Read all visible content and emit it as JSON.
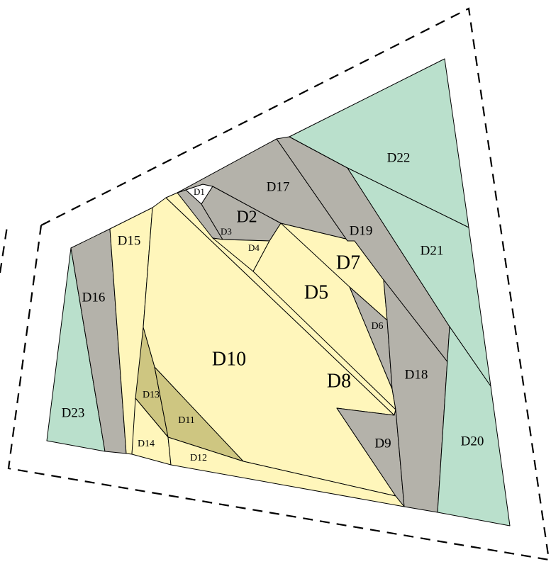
{
  "colors": {
    "yellow": "#fff6bb",
    "gray": "#b4b2aa",
    "green": "#bae0cc",
    "olive": "#cec681",
    "white": "#ffffff"
  },
  "pieces": {
    "d1": {
      "label": "D1",
      "color": "white"
    },
    "d2": {
      "label": "D2",
      "color": "gray"
    },
    "d3": {
      "label": "D3",
      "color": "gray"
    },
    "d4": {
      "label": "D4",
      "color": "yellow"
    },
    "d5": {
      "label": "D5",
      "color": "yellow"
    },
    "d6": {
      "label": "D6",
      "color": "gray"
    },
    "d7": {
      "label": "D7",
      "color": "yellow"
    },
    "d8": {
      "label": "D8",
      "color": "yellow"
    },
    "d9": {
      "label": "D9",
      "color": "gray"
    },
    "d10": {
      "label": "D10",
      "color": "yellow"
    },
    "d11": {
      "label": "D11",
      "color": "olive"
    },
    "d12": {
      "label": "D12",
      "color": "yellow"
    },
    "d13": {
      "label": "D13",
      "color": "olive"
    },
    "d14": {
      "label": "D14",
      "color": "yellow"
    },
    "d15": {
      "label": "D15",
      "color": "yellow"
    },
    "d16": {
      "label": "D16",
      "color": "gray"
    },
    "d17": {
      "label": "D17",
      "color": "gray"
    },
    "d18": {
      "label": "D18",
      "color": "gray"
    },
    "d19": {
      "label": "D19",
      "color": "gray"
    },
    "d20": {
      "label": "D20",
      "color": "green"
    },
    "d21": {
      "label": "D21",
      "color": "green"
    },
    "d22": {
      "label": "D22",
      "color": "green"
    },
    "d23": {
      "label": "D23",
      "color": "green"
    }
  }
}
